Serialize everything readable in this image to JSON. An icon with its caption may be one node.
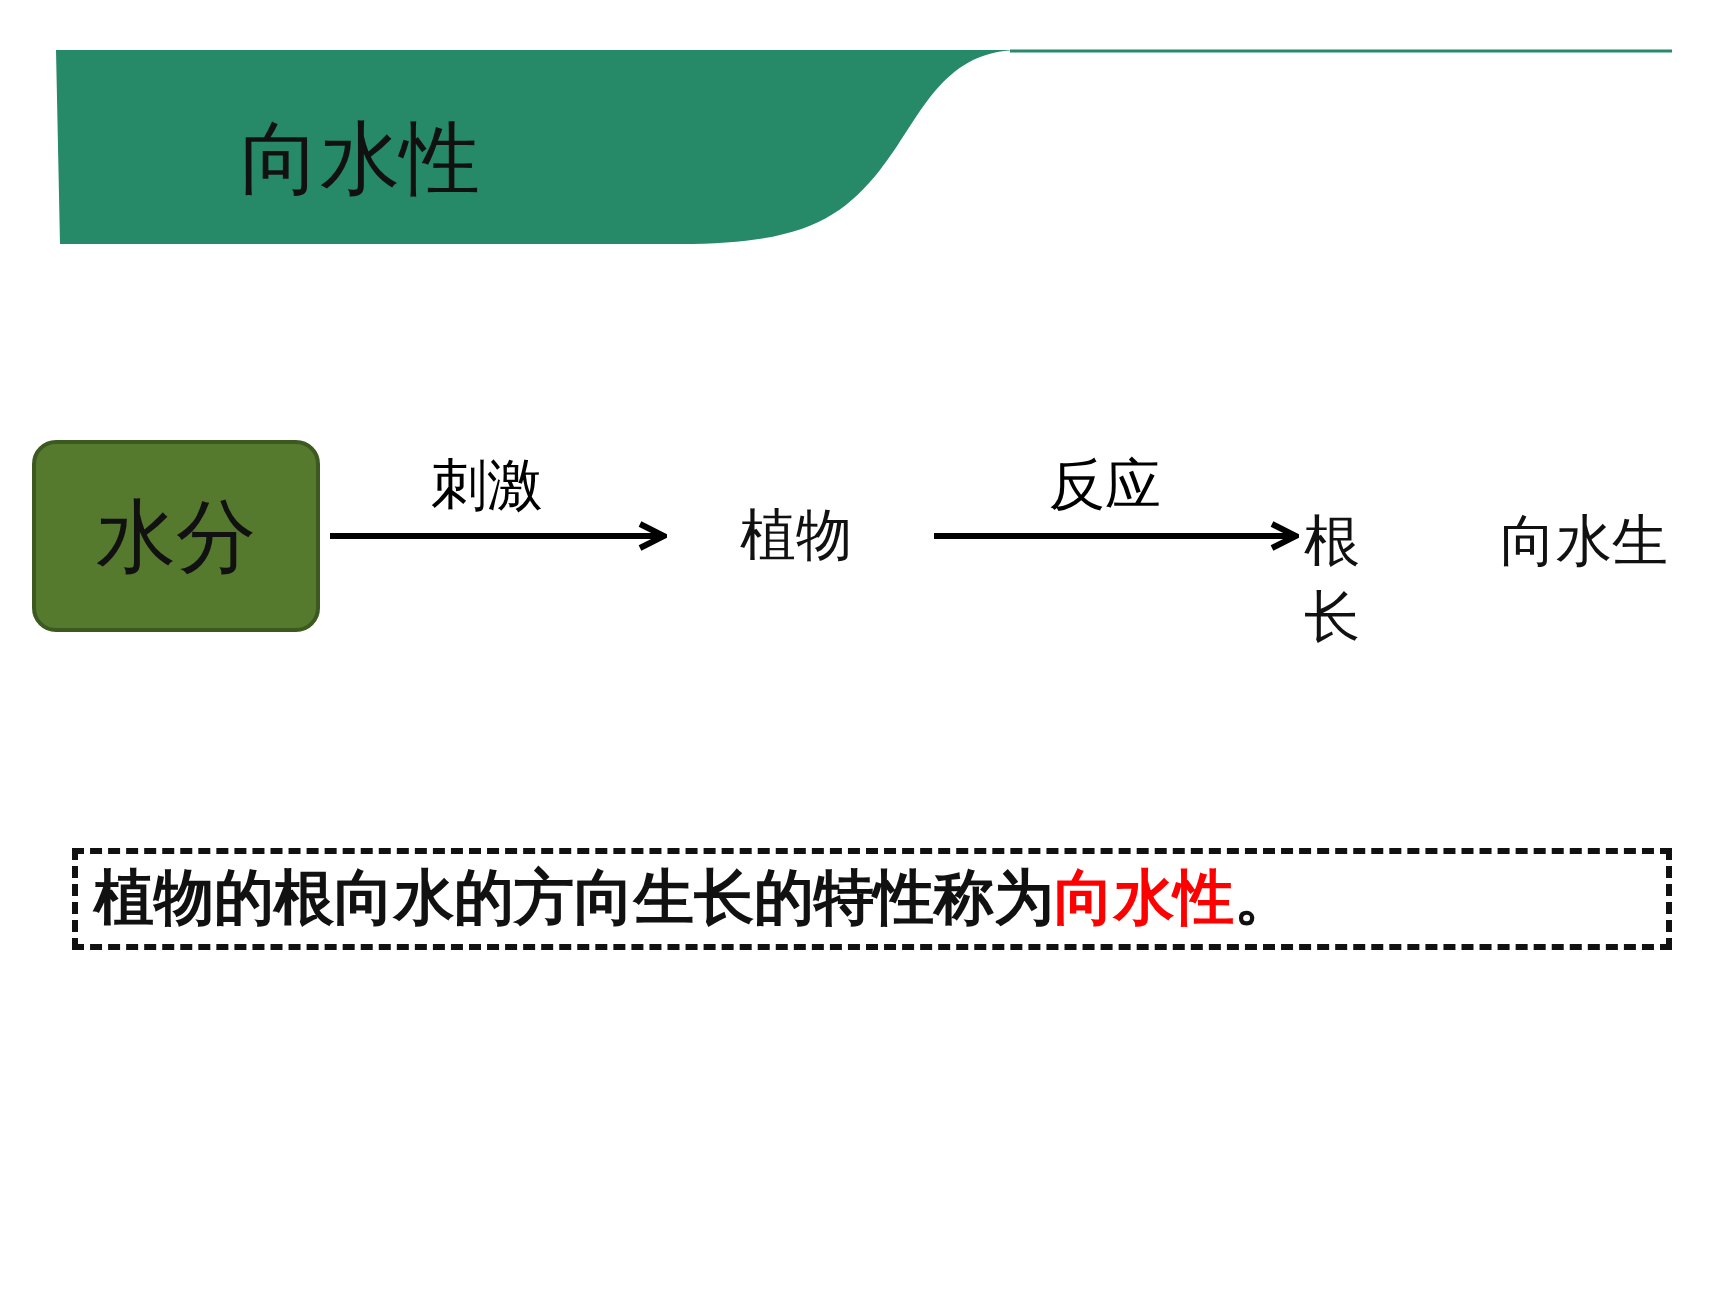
{
  "diagram": {
    "title": "向水性",
    "nodes": [
      {
        "text": [
          "水分"
        ]
      },
      {
        "text": [
          "植物"
        ]
      },
      {
        "text": [
          "根长"
        ]
      },
      {
        "text": [
          "植物的根向水的方向生长的特性称为**向水性**。"
        ]
      }
    ],
    "edges": [
      {
        "from": 0,
        "to": 1,
        "arrow": "to",
        "label": "刺激"
      },
      {
        "from": 1,
        "to": 2,
        "arrow": "to",
        "label": "反应"
      }
    ],
    "labels": [
      "向水生"
    ]
  }
}
